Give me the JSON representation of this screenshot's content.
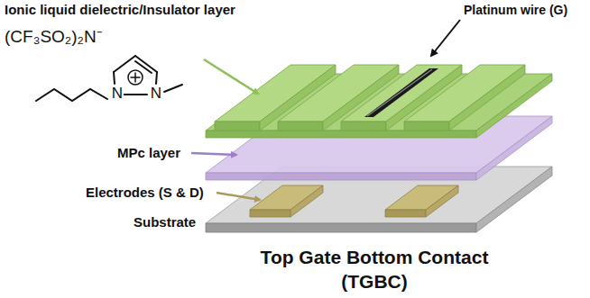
{
  "diagram": {
    "caption": "Top Gate Bottom Contact (TGBC)",
    "labels": [
      "Ionic liquid dielectric/Insulator layer",
      "(CF₃SO₂)₂N⁻",
      "N",
      "N",
      "Platinum wire (G)",
      "MPc layer",
      "Electrodes (S & D)",
      "Substrate"
    ]
  }
}
